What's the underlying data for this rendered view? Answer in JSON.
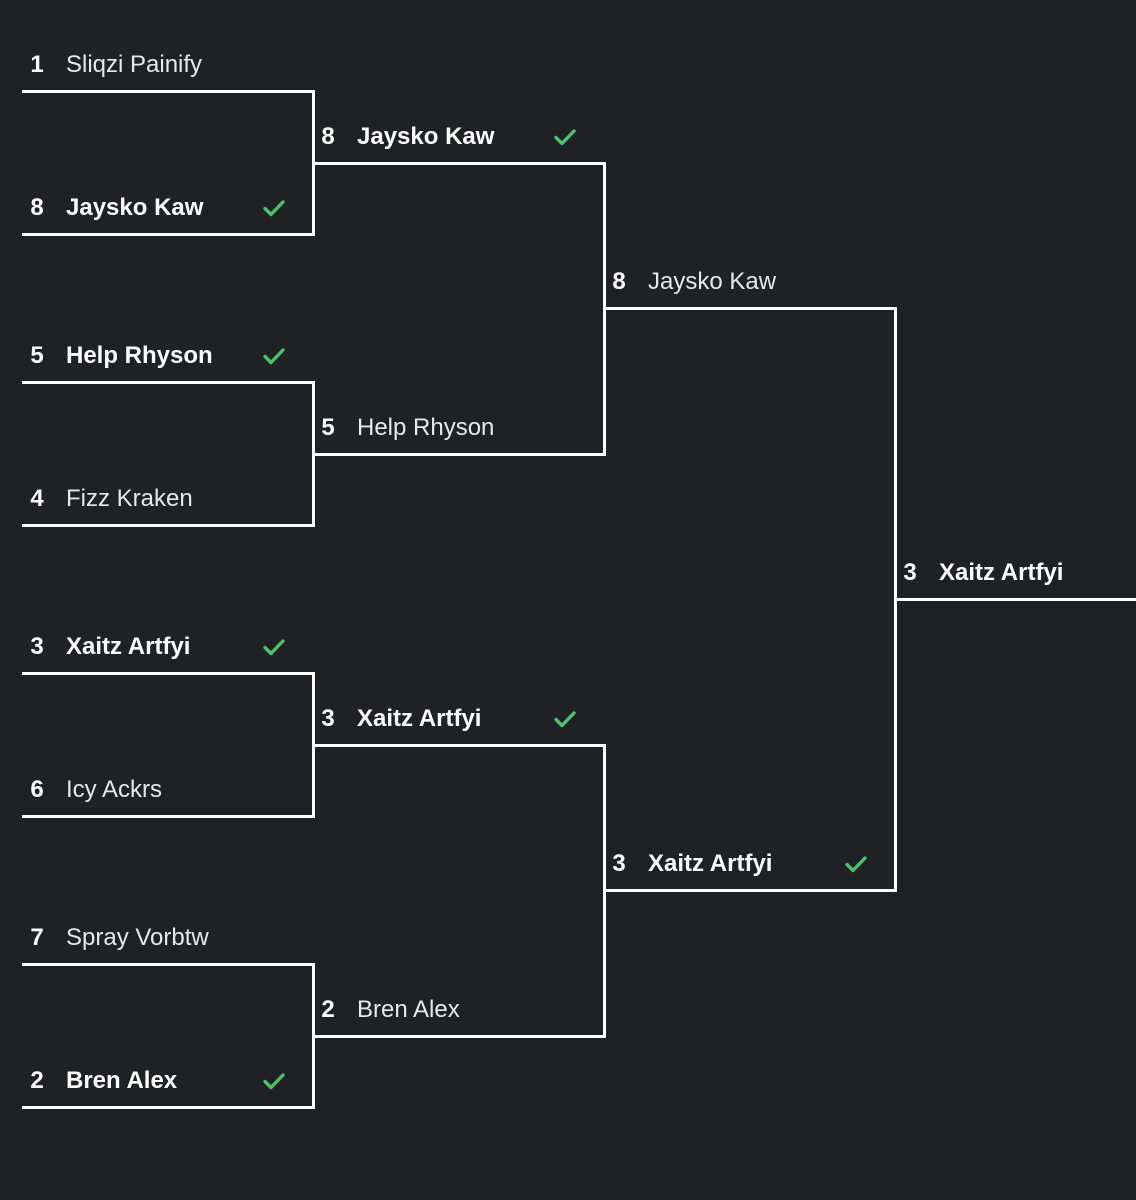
{
  "colors": {
    "background": "#202124",
    "line": "#ffffff",
    "check": "#4cc26a"
  },
  "rounds": [
    {
      "matches": [
        {
          "top": {
            "seed": "1",
            "name": "Sliqzi Painify",
            "winner": false
          },
          "bottom": {
            "seed": "8",
            "name": "Jaysko Kaw",
            "winner": true
          }
        },
        {
          "top": {
            "seed": "5",
            "name": "Help Rhyson",
            "winner": true
          },
          "bottom": {
            "seed": "4",
            "name": "Fizz Kraken",
            "winner": false
          }
        },
        {
          "top": {
            "seed": "3",
            "name": "Xaitz Artfyi",
            "winner": true
          },
          "bottom": {
            "seed": "6",
            "name": "Icy Ackrs",
            "winner": false
          }
        },
        {
          "top": {
            "seed": "7",
            "name": "Spray Vorbtw",
            "winner": false
          },
          "bottom": {
            "seed": "2",
            "name": "Bren Alex",
            "winner": true
          }
        }
      ]
    },
    {
      "matches": [
        {
          "top": {
            "seed": "8",
            "name": "Jaysko Kaw",
            "winner": true
          },
          "bottom": {
            "seed": "5",
            "name": "Help Rhyson",
            "winner": false
          }
        },
        {
          "top": {
            "seed": "3",
            "name": "Xaitz Artfyi",
            "winner": true
          },
          "bottom": {
            "seed": "2",
            "name": "Bren Alex",
            "winner": false
          }
        }
      ]
    },
    {
      "matches": [
        {
          "top": {
            "seed": "8",
            "name": "Jaysko Kaw",
            "winner": false
          },
          "bottom": {
            "seed": "3",
            "name": "Xaitz Artfyi",
            "winner": true
          }
        }
      ]
    }
  ],
  "champion": {
    "seed": "3",
    "name": "Xaitz Artfyi",
    "winner": true
  }
}
